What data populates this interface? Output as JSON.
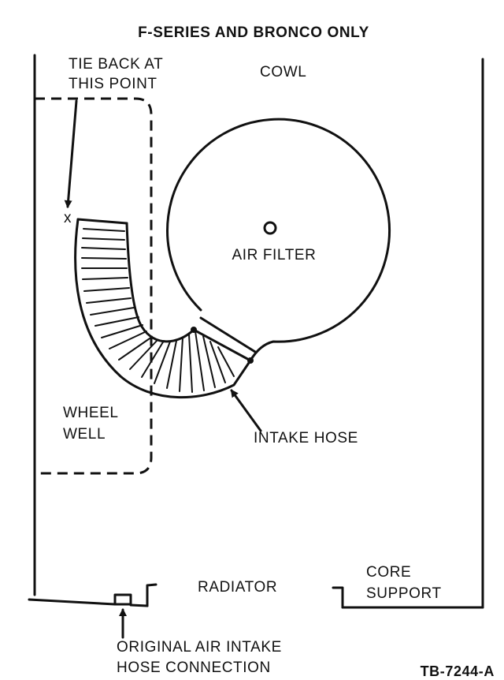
{
  "diagram": {
    "title": "F-SERIES AND BRONCO ONLY",
    "labels": {
      "tie_back_line1": "TIE BACK AT",
      "tie_back_line2": "THIS POINT",
      "tie_back_mark": "x",
      "cowl": "COWL",
      "air_filter_center": "O",
      "air_filter": "AIR FILTER",
      "wheel_well_line1": "WHEEL",
      "wheel_well_line2": "WELL",
      "intake_hose": "INTAKE HOSE",
      "radiator": "RADIATOR",
      "core_support_line1": "CORE",
      "core_support_line2": "SUPPORT",
      "original_line1": "ORIGINAL AIR INTAKE",
      "original_line2": "HOSE CONNECTION",
      "figure_id": "TB-7244-A"
    },
    "colors": {
      "ink": "#111111",
      "paper": "#ffffff"
    }
  }
}
